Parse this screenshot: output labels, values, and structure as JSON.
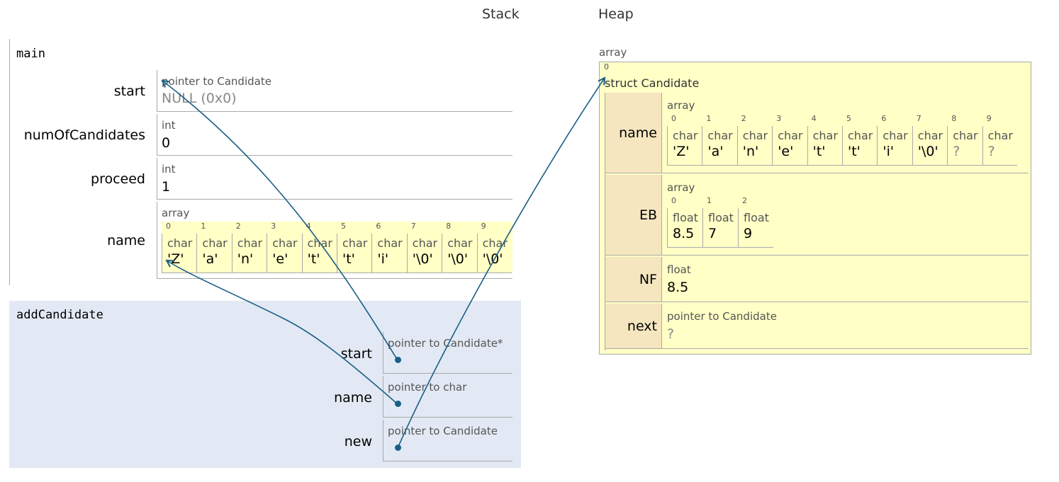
{
  "headers": {
    "stack": "Stack",
    "heap": "Heap"
  },
  "main": {
    "name": "main",
    "vars": {
      "start": {
        "name": "start",
        "type": "pointer to Candidate",
        "value": "NULL (0x0)"
      },
      "numOfCandidates": {
        "name": "numOfCandidates",
        "type": "int",
        "value": "0"
      },
      "proceed": {
        "name": "proceed",
        "type": "int",
        "value": "1"
      },
      "name": {
        "name": "name",
        "type": "array",
        "indices": [
          "0",
          "1",
          "2",
          "3",
          "4",
          "5",
          "6",
          "7",
          "8",
          "9"
        ],
        "elem_type": "char",
        "values": [
          "'Z'",
          "'a'",
          "'n'",
          "'e'",
          "'t'",
          "'t'",
          "'i'",
          "'\\0'",
          "'\\0'",
          "'\\0'"
        ]
      }
    }
  },
  "addCandidate": {
    "name": "addCandidate",
    "vars": {
      "start": {
        "name": "start",
        "type": "pointer to Candidate*"
      },
      "name": {
        "name": "name",
        "type": "pointer to char"
      },
      "new": {
        "name": "new",
        "type": "pointer to Candidate"
      }
    }
  },
  "heap": {
    "array_label": "array",
    "index": "0",
    "struct_label": "struct Candidate",
    "fields": {
      "name": {
        "name": "name",
        "type": "array",
        "indices": [
          "0",
          "1",
          "2",
          "3",
          "4",
          "5",
          "6",
          "7",
          "8",
          "9"
        ],
        "elem_type": "char",
        "values": [
          "'Z'",
          "'a'",
          "'n'",
          "'e'",
          "'t'",
          "'t'",
          "'i'",
          "'\\0'",
          "?",
          "?"
        ]
      },
      "EB": {
        "name": "EB",
        "type": "array",
        "indices": [
          "0",
          "1",
          "2"
        ],
        "elem_type": "float",
        "values": [
          "8.5",
          "7",
          "9"
        ]
      },
      "NF": {
        "name": "NF",
        "type": "float",
        "value": "8.5"
      },
      "next": {
        "name": "next",
        "type": "pointer to Candidate",
        "value": "?"
      }
    }
  },
  "colors": {
    "arrow": "#1a5f86",
    "heap_bg": "#ffffc6",
    "struct_field_bg": "#f5e6bf",
    "active_frame_bg": "#e2e9f4",
    "array_index_bg": "#ffffc6"
  }
}
